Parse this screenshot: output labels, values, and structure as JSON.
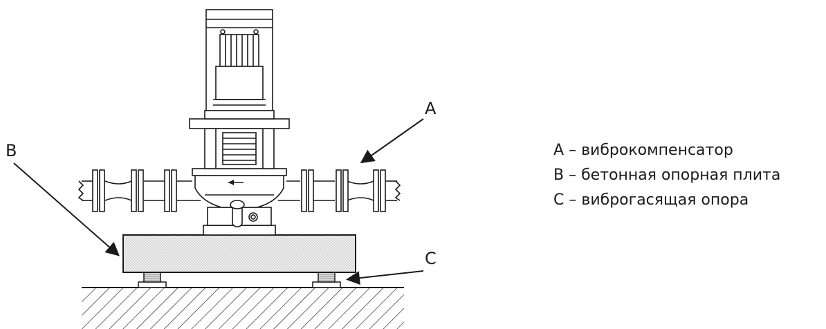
{
  "callouts": {
    "a": "A",
    "b": "B",
    "c": "C"
  },
  "legend": [
    {
      "key": "A",
      "sep": "–",
      "text": "виброкомпенсатор"
    },
    {
      "key": "B",
      "sep": "–",
      "text": "бетонная опорная плита"
    },
    {
      "key": "C",
      "sep": "–",
      "text": "виброгасящая опора"
    }
  ],
  "colors": {
    "line": "#1a1a1a",
    "slab_fill": "#e8e8e8",
    "pad_fill": "#cfcfcf"
  }
}
